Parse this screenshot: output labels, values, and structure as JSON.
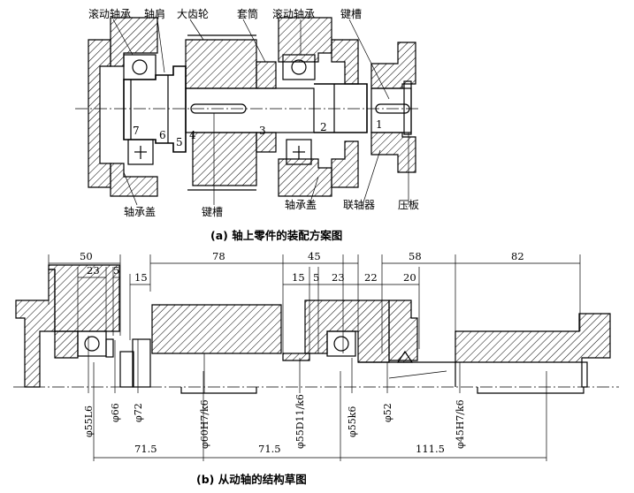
{
  "part_a": {
    "labels": {
      "rolling_bearing_left": "滚动轴承",
      "shoulder": "轴肩",
      "large_gear": "大齿轮",
      "sleeve": "套筒",
      "rolling_bearing_right": "滚动轴承",
      "keyway_top": "键槽",
      "bearing_cover_left": "轴承盖",
      "keyway_bottom": "键槽",
      "bearing_cover_right": "轴承盖",
      "coupling": "联轴器",
      "press_plate": "压板"
    },
    "segments": [
      "7",
      "6",
      "5",
      "4",
      "3",
      "2",
      "1"
    ],
    "caption": "(a) 轴上零件的装配方案图"
  },
  "part_b": {
    "top_dims": [
      "50",
      "23",
      "5",
      "15",
      "78",
      "45",
      "15",
      "5",
      "23",
      "22",
      "58",
      "20",
      "82"
    ],
    "diameters": [
      "φ55L6",
      "φ66",
      "φ72",
      "φ60H7/k6",
      "φ55D11/k6",
      "φ55k6",
      "φ52",
      "φ45H7/k6"
    ],
    "bottom_dims": [
      "71.5",
      "71.5",
      "111.5"
    ],
    "caption": "(b) 从动轴的结构草图"
  }
}
